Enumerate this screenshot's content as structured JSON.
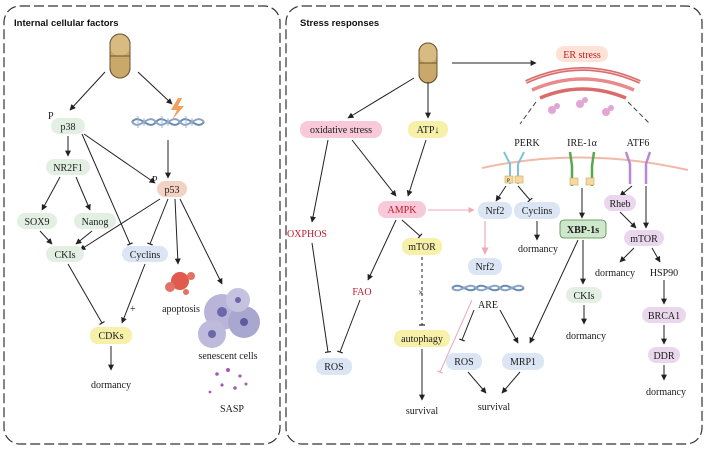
{
  "panels": {
    "left_title": "Internal cellular factors",
    "right_title": "Stress responses"
  },
  "left": {
    "p38": "p38",
    "p38_mark": "P",
    "nr2f1": "NR2F1",
    "p53": "p53",
    "p53_mark": "P",
    "sox9": "SOX9",
    "nanog": "Nanog",
    "ckis": "CKIs",
    "cyclins": "Cyclins",
    "apoptosis": "apoptosis",
    "plus": "+",
    "cdks": "CDKs",
    "senescent": "senescent cells",
    "dormancy": "dormancy",
    "sasp": "SASP"
  },
  "right": {
    "er_stress": "ER stress",
    "oxidative": "oxidative stress",
    "atp": "ATP↓",
    "perk": "PERK",
    "ire": "IRE-1α",
    "atf6": "ATF6",
    "ampk": "AMPK",
    "nrf2_a": "Nrf2",
    "cyclins": "Cyclins",
    "oxphos": "OXPHOS",
    "xbp": "XBP-1s",
    "rheb": "Rheb",
    "mtor_left": "mTOR",
    "mtor_right": "mTOR",
    "dormancy_1": "dormancy",
    "nrf2_b": "Nrf2",
    "dormancy_2": "dormancy",
    "hsp90": "HSP90",
    "fao": "FAO",
    "x_mark": "×",
    "are": "ARE",
    "ckis": "CKIs",
    "autophagy": "autophagy",
    "brca1": "BRCA1",
    "dormancy_3": "dormancy",
    "ros_left": "ROS",
    "ros_mid": "ROS",
    "mrp1": "MRP1",
    "ddr": "DDR",
    "dormancy_4": "dormancy",
    "survival_1": "survival",
    "survival_2": "survival",
    "p_mark": "P"
  }
}
